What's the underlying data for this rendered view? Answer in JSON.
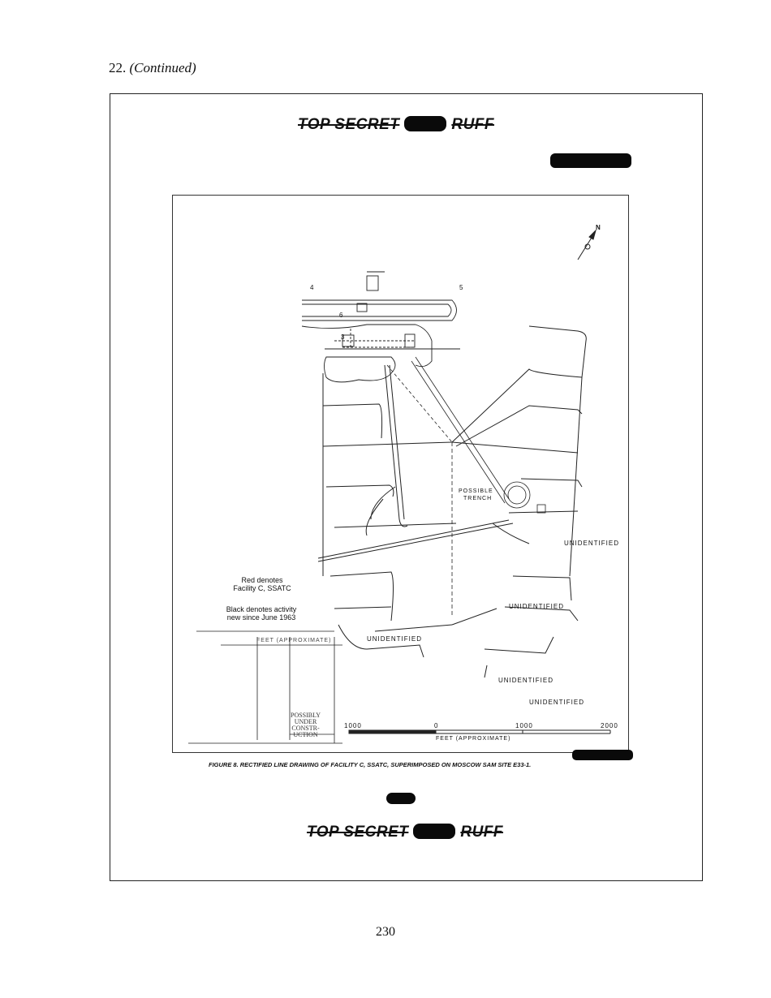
{
  "header": {
    "section_number": "22.",
    "section_status": "(Continued)"
  },
  "classification": {
    "top_left": "TOP SECRET",
    "top_right": "RUFF",
    "bottom_left": "TOP SECRET",
    "bottom_right": "RUFF"
  },
  "figure": {
    "legend": {
      "red_line1": "Red denotes",
      "red_line2": "Facility C, SSATC",
      "black_line1": "Black denotes activity",
      "black_line2": "new since June 1963"
    },
    "labels": {
      "unidentified": "UNIDENTIFIED",
      "possible_trench_1": "POSSIBLE",
      "possible_trench_2": "TRENCH",
      "scale_1000_left": "1000",
      "scale_0": "0",
      "scale_1000": "1000",
      "scale_2000": "2000",
      "scale_unit": "FEET (APPROXIMATE)",
      "table_header": "FEET (APPROXIMATE)",
      "possibly": "POSSIBLY",
      "under": "UNDER",
      "constr": "CONSTR-",
      "uction": "UCTION",
      "n_arrow": "N",
      "num_4": "4",
      "num_5": "5",
      "num_6": "6",
      "num_3": "3"
    },
    "caption": "FIGURE 8. RECTIFIED LINE DRAWING OF FACILITY C, SSATC, SUPERIMPOSED ON MOSCOW SAM SITE E33-1."
  },
  "footer": {
    "page_number": "230"
  },
  "icons": {
    "north_arrow": "north-arrow-icon"
  }
}
